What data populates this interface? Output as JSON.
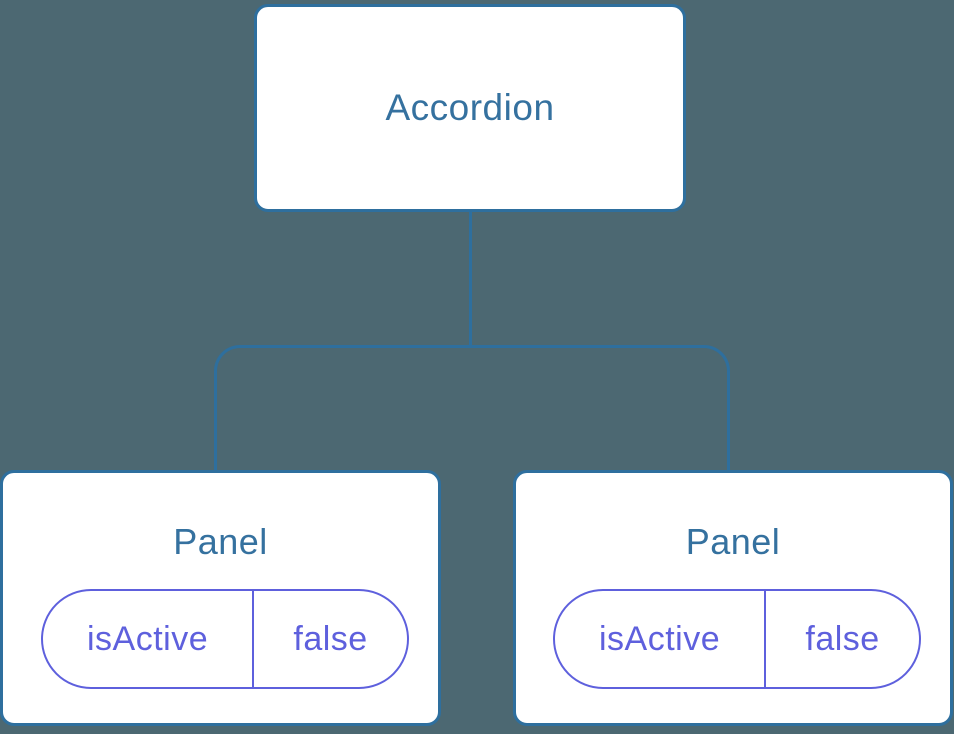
{
  "diagram": {
    "type": "react-component-tree",
    "root": {
      "label": "Accordion"
    },
    "panels": [
      {
        "title": "Panel",
        "prop_name": "isActive",
        "prop_value": "false"
      },
      {
        "title": "Panel",
        "prop_name": "isActive",
        "prop_value": "false"
      }
    ]
  },
  "colors": {
    "background": "#4C6872",
    "node_fill": "#FFFFFF",
    "node_border": "#2E6F9E",
    "node_text": "#35719F",
    "connector_line": "#2E6F9E",
    "prop_border": "#5E60DD",
    "prop_text": "#5E60DD"
  }
}
